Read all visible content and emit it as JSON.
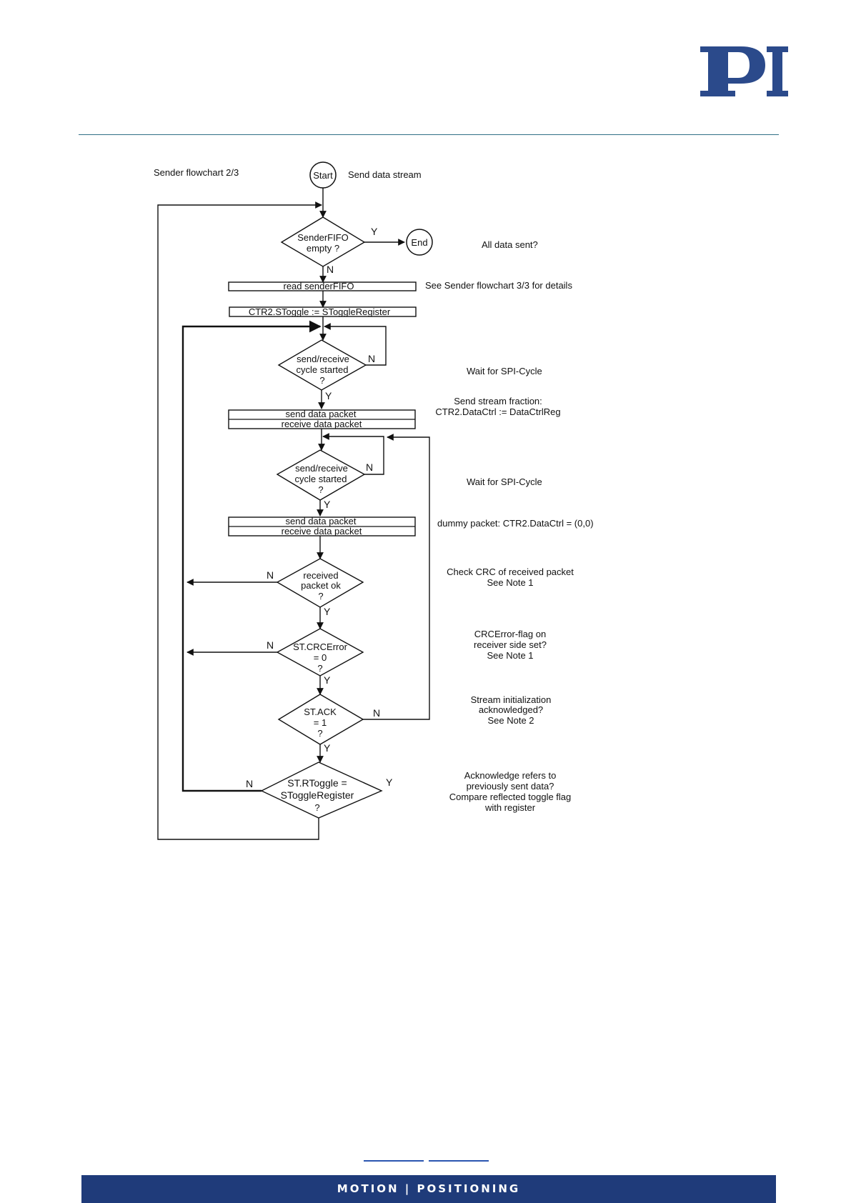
{
  "brand": {
    "logo_text": "PI",
    "color": "#2b4a8b"
  },
  "footer": {
    "text": "MOTION | POSITIONING",
    "bar_color": "#1f3b7a"
  },
  "flowchart": {
    "title": "Sender flowchart 2/3",
    "start": "Start",
    "start_label": "Send data stream",
    "end": "End",
    "d1": {
      "l1": "SenderFIFO",
      "l2": "empty ?"
    },
    "d2": {
      "l1": "send/receive",
      "l2": "cycle started",
      "l3": "?"
    },
    "d3": {
      "l1": "send/receive",
      "l2": "cycle started",
      "l3": "?"
    },
    "d4": {
      "l1": "received",
      "l2": "packet ok",
      "l3": "?"
    },
    "d5": {
      "l1": "ST.CRCError",
      "l2": "= 0",
      "l3": "?"
    },
    "d6": {
      "l1": "ST.ACK",
      "l2": "= 1",
      "l3": "?"
    },
    "d7": {
      "l1": "ST.RToggle =",
      "l2": "SToggleRegister",
      "l3": "?"
    },
    "box_read": "read senderFIFO",
    "box_toggle": "CTR2.SToggle := SToggleRegister",
    "box_send1": "send data packet",
    "box_recv1": "receive data packet",
    "box_send2": "send data packet",
    "box_recv2": "receive data packet",
    "yes": "Y",
    "no": "N",
    "notes": {
      "all_sent": "All data sent?",
      "see33": "See Sender flowchart 3/3 for details",
      "wait1": "Wait for SPI-Cycle",
      "stream_frac_1": "Send stream fraction:",
      "stream_frac_2": "CTR2.DataCtrl := DataCtrlReg",
      "wait2": "Wait for SPI-Cycle",
      "dummy": "dummy packet: CTR2.DataCtrl = (0,0)",
      "crc_1": "Check CRC of received packet",
      "crc_2": "See Note 1",
      "crcflag_1": "CRCError-flag on",
      "crcflag_2": "receiver side set?",
      "crcflag_3": "See Note 1",
      "init_1": "Stream initialization",
      "init_2": "acknowledged?",
      "init_3": "See Note 2",
      "ack_1": "Acknowledge refers to",
      "ack_2": "previously sent data?",
      "ack_3": "Compare reflected toggle flag",
      "ack_4": "with register"
    }
  }
}
